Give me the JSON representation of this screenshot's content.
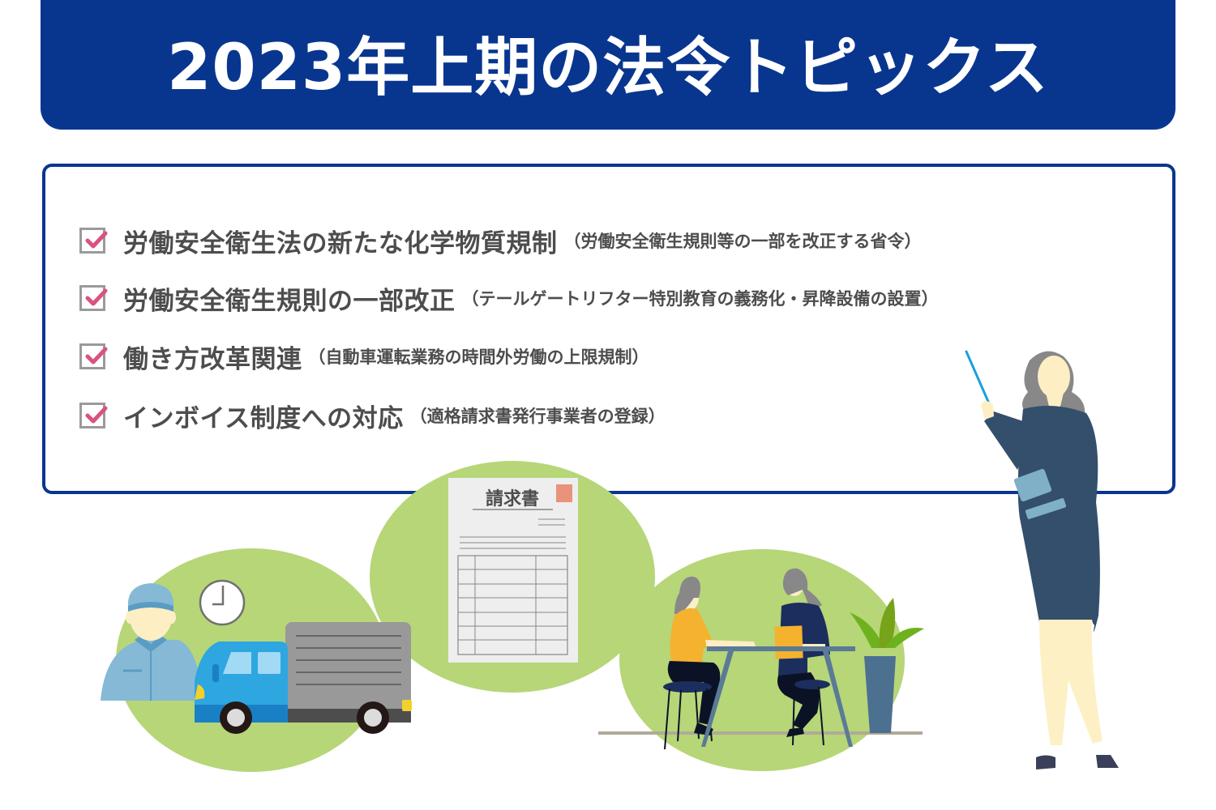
{
  "header": {
    "title": "2023年上期の法令トピックス"
  },
  "topics": [
    {
      "title": "労働安全衛生法の新たな化学物質規制",
      "detail": "（労働安全衛生規則等の一部を改正する省令）",
      "checked": true
    },
    {
      "title": "労働安全衛生規則の一部改正",
      "detail": "（テールゲートリフター特別教育の義務化・昇降設備の設置）",
      "checked": true
    },
    {
      "title": "働き方改革関連",
      "detail": "（自動車運転業務の時間外労働の上限規制）",
      "checked": true
    },
    {
      "title": "インボイス制度への対応",
      "detail": "（適格請求書発行事業者の登録）",
      "checked": true
    }
  ],
  "illustrations": {
    "invoice_label": "請求書",
    "scenes": [
      "driver-and-truck",
      "invoice-document",
      "office-meeting",
      "presenter-woman"
    ]
  },
  "colors": {
    "brand_navy": "#08368f",
    "check_pink": "#d9537f",
    "text_gray": "#4d4d4d",
    "blob_green": "#b6d678"
  }
}
